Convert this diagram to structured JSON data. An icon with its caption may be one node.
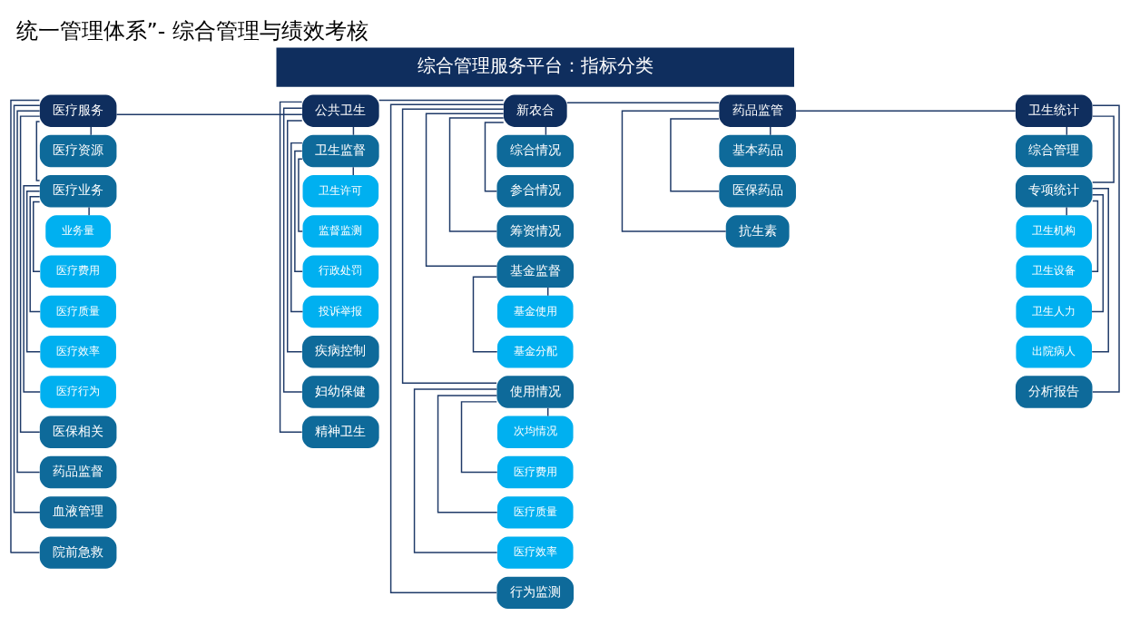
{
  "diagram": {
    "title": "统一管理体系”- 综合管理与绩效考核",
    "nodes": [
      {
        "text": [
          "综合管理服务平台：指标分类"
        ]
      },
      {
        "text": [
          "医疗服务"
        ]
      },
      {
        "text": [
          "公共卫生"
        ]
      },
      {
        "text": [
          "新农合"
        ]
      },
      {
        "text": [
          "药品监管"
        ]
      },
      {
        "text": [
          "卫生统计"
        ]
      },
      {
        "text": [
          "医疗资源"
        ]
      },
      {
        "text": [
          "医疗业务"
        ]
      },
      {
        "text": [
          "业务量"
        ]
      },
      {
        "text": [
          "医疗费用"
        ]
      },
      {
        "text": [
          "医疗质量"
        ]
      },
      {
        "text": [
          "医疗效率"
        ]
      },
      {
        "text": [
          "医疗行为"
        ]
      },
      {
        "text": [
          "医保相关"
        ]
      },
      {
        "text": [
          "药品监督"
        ]
      },
      {
        "text": [
          "血液管理"
        ]
      },
      {
        "text": [
          "院前急救"
        ]
      },
      {
        "text": [
          "卫生监督"
        ]
      },
      {
        "text": [
          "卫生许可"
        ]
      },
      {
        "text": [
          "监督监测"
        ]
      },
      {
        "text": [
          "行政处罚"
        ]
      },
      {
        "text": [
          "投诉举报"
        ]
      },
      {
        "text": [
          "疾病控制"
        ]
      },
      {
        "text": [
          "妇幼保健"
        ]
      },
      {
        "text": [
          "精神卫生"
        ]
      },
      {
        "text": [
          "综合情况"
        ]
      },
      {
        "text": [
          "参合情况"
        ]
      },
      {
        "text": [
          "筹资情况"
        ]
      },
      {
        "text": [
          "基金监督"
        ]
      },
      {
        "text": [
          "基金使用"
        ]
      },
      {
        "text": [
          "基金分配"
        ]
      },
      {
        "text": [
          "使用情况"
        ]
      },
      {
        "text": [
          "次均情况"
        ]
      },
      {
        "text": [
          "医疗费用"
        ]
      },
      {
        "text": [
          "医疗质量"
        ]
      },
      {
        "text": [
          "医疗效率"
        ]
      },
      {
        "text": [
          "行为监测"
        ]
      },
      {
        "text": [
          "基本药品"
        ]
      },
      {
        "text": [
          "医保药品"
        ]
      },
      {
        "text": [
          "抗生素"
        ]
      },
      {
        "text": [
          "综合管理"
        ]
      },
      {
        "text": [
          "专项统计"
        ]
      },
      {
        "text": [
          "卫生机构"
        ]
      },
      {
        "text": [
          "卫生设备"
        ]
      },
      {
        "text": [
          "卫生人力"
        ]
      },
      {
        "text": [
          "出院病人"
        ]
      },
      {
        "text": [
          "分析报告"
        ]
      }
    ],
    "edges": [
      {
        "from": 1,
        "to": 2,
        "arrow": "none"
      },
      {
        "from": 2,
        "to": 3,
        "arrow": "none"
      },
      {
        "from": 3,
        "to": 4,
        "arrow": "none"
      },
      {
        "from": 4,
        "to": 5,
        "arrow": "none"
      },
      {
        "from": 1,
        "to": 6,
        "arrow": "none"
      },
      {
        "from": 1,
        "to": 7,
        "arrow": "none"
      },
      {
        "from": 7,
        "to": 8,
        "arrow": "none"
      },
      {
        "from": 7,
        "to": 9,
        "arrow": "none"
      },
      {
        "from": 7,
        "to": 10,
        "arrow": "none"
      },
      {
        "from": 7,
        "to": 11,
        "arrow": "none"
      },
      {
        "from": 7,
        "to": 12,
        "arrow": "none"
      },
      {
        "from": 1,
        "to": 13,
        "arrow": "none"
      },
      {
        "from": 1,
        "to": 14,
        "arrow": "none"
      },
      {
        "from": 1,
        "to": 15,
        "arrow": "none"
      },
      {
        "from": 1,
        "to": 16,
        "arrow": "none"
      },
      {
        "from": 2,
        "to": 17,
        "arrow": "none"
      },
      {
        "from": 17,
        "to": 18,
        "arrow": "none"
      },
      {
        "from": 17,
        "to": 19,
        "arrow": "none"
      },
      {
        "from": 17,
        "to": 20,
        "arrow": "none"
      },
      {
        "from": 17,
        "to": 21,
        "arrow": "none"
      },
      {
        "from": 2,
        "to": 22,
        "arrow": "none"
      },
      {
        "from": 2,
        "to": 23,
        "arrow": "none"
      },
      {
        "from": 2,
        "to": 24,
        "arrow": "none"
      },
      {
        "from": 3,
        "to": 25,
        "arrow": "none"
      },
      {
        "from": 3,
        "to": 26,
        "arrow": "none"
      },
      {
        "from": 3,
        "to": 27,
        "arrow": "none"
      },
      {
        "from": 3,
        "to": 28,
        "arrow": "none"
      },
      {
        "from": 28,
        "to": 29,
        "arrow": "none"
      },
      {
        "from": 28,
        "to": 30,
        "arrow": "none"
      },
      {
        "from": 3,
        "to": 31,
        "arrow": "none"
      },
      {
        "from": 31,
        "to": 32,
        "arrow": "none"
      },
      {
        "from": 31,
        "to": 33,
        "arrow": "none"
      },
      {
        "from": 31,
        "to": 34,
        "arrow": "none"
      },
      {
        "from": 31,
        "to": 35,
        "arrow": "none"
      },
      {
        "from": 3,
        "to": 36,
        "arrow": "none"
      },
      {
        "from": 4,
        "to": 37,
        "arrow": "none"
      },
      {
        "from": 4,
        "to": 38,
        "arrow": "none"
      },
      {
        "from": 4,
        "to": 39,
        "arrow": "none"
      },
      {
        "from": 5,
        "to": 40,
        "arrow": "none"
      },
      {
        "from": 5,
        "to": 41,
        "arrow": "none"
      },
      {
        "from": 41,
        "to": 42,
        "arrow": "none"
      },
      {
        "from": 41,
        "to": 43,
        "arrow": "none"
      },
      {
        "from": 41,
        "to": 44,
        "arrow": "none"
      },
      {
        "from": 41,
        "to": 45,
        "arrow": "none"
      },
      {
        "from": 5,
        "to": 46,
        "arrow": "none"
      }
    ]
  }
}
